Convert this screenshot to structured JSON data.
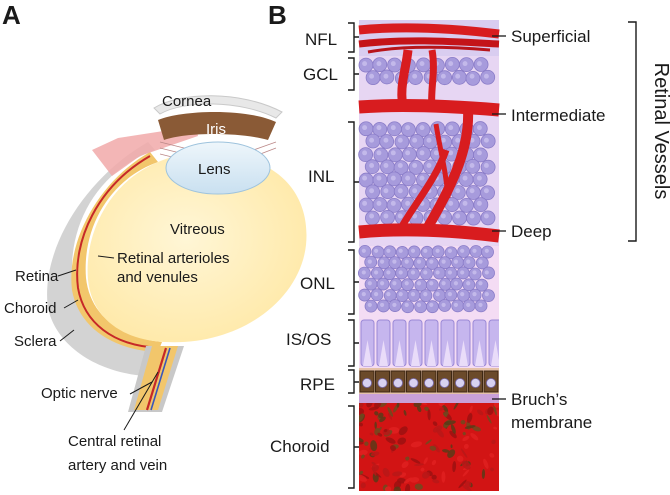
{
  "panel_a": {
    "letter": "A",
    "labels": {
      "cornea": "Cornea",
      "iris": "Iris",
      "lens": "Lens",
      "vitreous": "Vitreous",
      "retinal_vessels_l1": "Retinal arterioles",
      "retinal_vessels_l2": "and venules",
      "retina": "Retina",
      "choroid": "Choroid",
      "sclera": "Sclera",
      "optic_nerve": "Optic nerve",
      "central_l1": "Central retinal",
      "central_l2": "artery and vein"
    }
  },
  "panel_b": {
    "letter": "B",
    "layers": {
      "nfl": "NFL",
      "gcl": "GCL",
      "inl": "INL",
      "onl": "ONL",
      "isos": "IS/OS",
      "rpe": "RPE",
      "choroid": "Choroid"
    },
    "plexuses": {
      "superficial": "Superficial",
      "intermediate": "Intermediate",
      "deep": "Deep"
    },
    "bruchs_l1": "Bruch’s",
    "bruchs_l2": "membrane",
    "retinal_vessels": "Retinal Vessels"
  },
  "colors": {
    "vessel_red": "#d81c1f",
    "choroid_red": "#d21414",
    "cell_purple": "#a79bdc",
    "inner_retina_bg": "#e7d6f3",
    "outer_retina_bg": "#f4dcf4",
    "iris_brown": "#8a5a36",
    "lens_blue": "#dcecf7",
    "vitreous_yellow": "#fff2c8"
  }
}
